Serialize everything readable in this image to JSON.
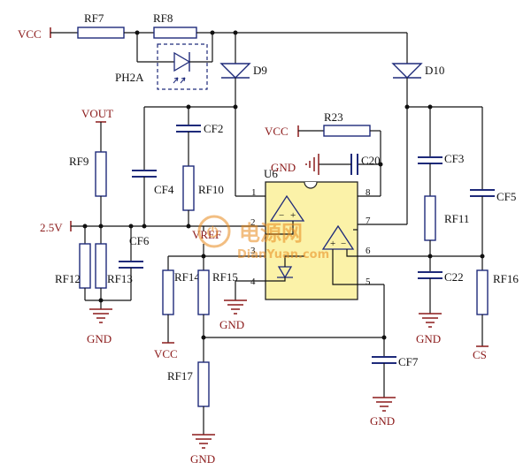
{
  "labels": {
    "vcc_top": "VCC",
    "rf7": "RF7",
    "rf8": "RF8",
    "ph2a": "PH2A",
    "d9": "D9",
    "d10": "D10",
    "vout": "VOUT",
    "rf9": "RF9",
    "cf2": "CF2",
    "cf4": "CF4",
    "rf10": "RF10",
    "cf6": "CF6",
    "v25": "2.5V",
    "rf12": "RF12",
    "rf13": "RF13",
    "gnd_left": "GND",
    "vref": "VREF",
    "rf14": "RF14",
    "rf15": "RF15",
    "vcc_bottom": "VCC",
    "gnd_mid": "GND",
    "rf17": "RF17",
    "gnd_bottom": "GND",
    "vcc_r23": "VCC",
    "r23": "R23",
    "c20": "C20",
    "gnd_c20": "GND",
    "u6": "U6",
    "cf3": "CF3",
    "rf11": "RF11",
    "cf5": "CF5",
    "c22": "C22",
    "gnd_c22": "GND",
    "rf16": "RF16",
    "cs": "CS",
    "cf7": "CF7",
    "gnd_cf7": "GND"
  },
  "pins": [
    "1",
    "2",
    "3",
    "4",
    "5",
    "6",
    "7",
    "8"
  ],
  "watermark": {
    "cn": "电源网",
    "en": "DianYuan.com"
  }
}
